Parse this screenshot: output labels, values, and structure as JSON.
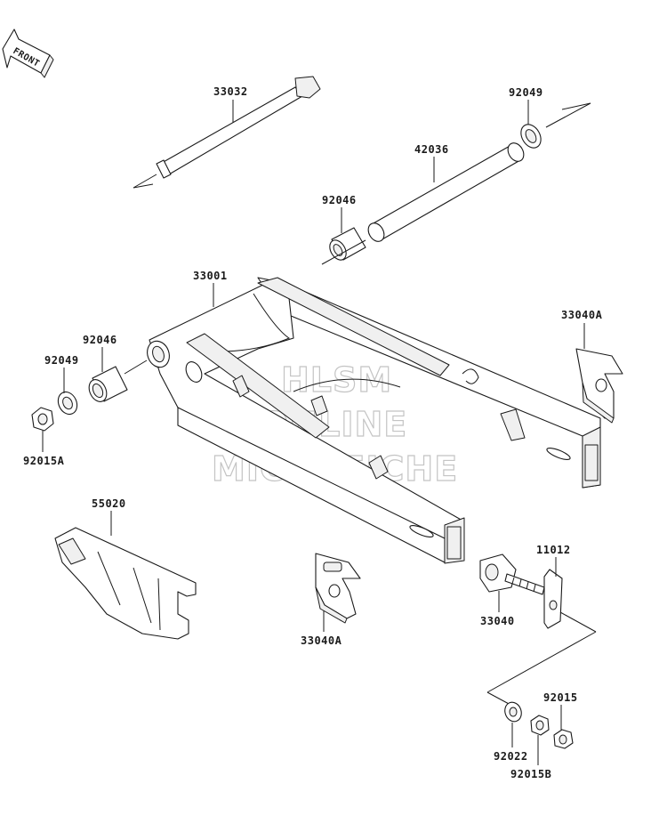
{
  "front_badge": "FRONT",
  "watermark": {
    "line1": "HLSM",
    "line2": "ONLINE",
    "line3": "MICROFICHE"
  },
  "labels": {
    "p33032": "33032",
    "p92049_top": "92049",
    "p42036": "42036",
    "p92046_top": "92046",
    "p33001": "33001",
    "p33040A_right": "33040A",
    "p92046_left": "92046",
    "p92049_left": "92049",
    "p92015A": "92015A",
    "p55020": "55020",
    "p11012": "11012",
    "p33040": "33040",
    "p33040A_bottom": "33040A",
    "p92015": "92015",
    "p92022": "92022",
    "p92015B": "92015B"
  }
}
